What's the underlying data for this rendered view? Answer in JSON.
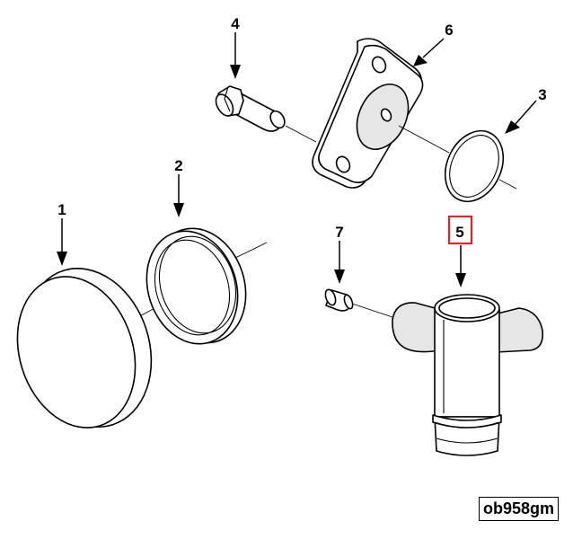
{
  "callouts": [
    {
      "id": "1",
      "label": "1"
    },
    {
      "id": "2",
      "label": "2"
    },
    {
      "id": "3",
      "label": "3"
    },
    {
      "id": "4",
      "label": "4"
    },
    {
      "id": "5",
      "label": "5"
    },
    {
      "id": "6",
      "label": "6"
    },
    {
      "id": "7",
      "label": "7"
    }
  ],
  "highlighted_callout": "5",
  "highlight_color": "#e0242b",
  "reference_code": "ob958gm"
}
